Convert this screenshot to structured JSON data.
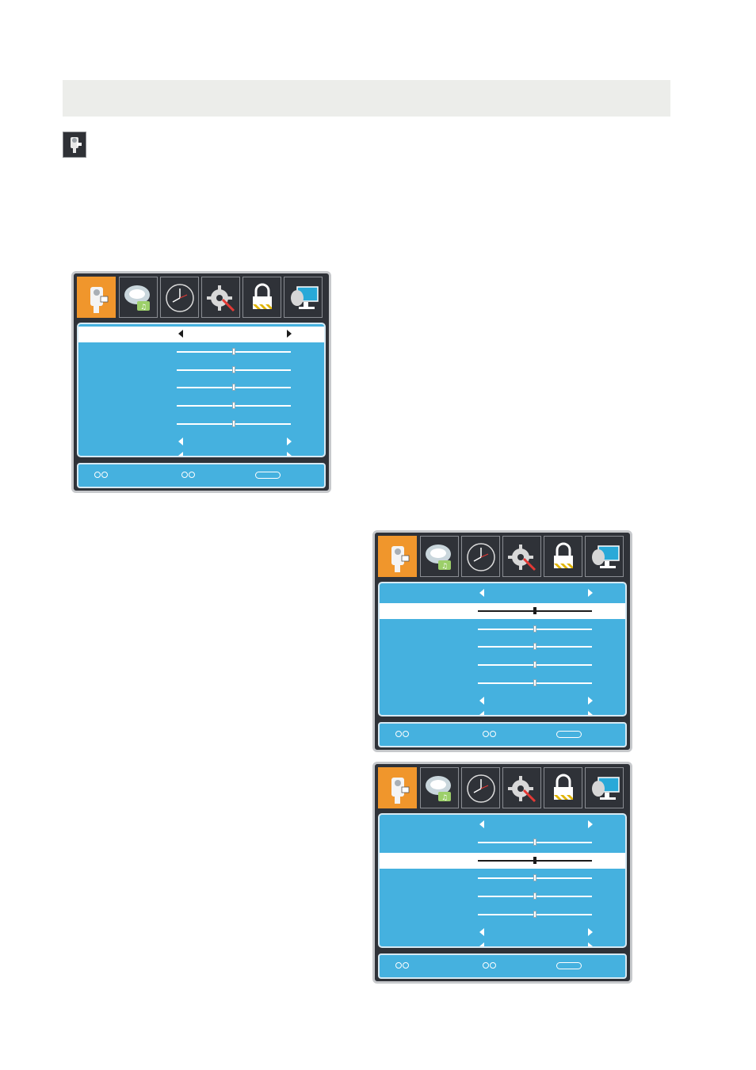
{
  "page": {
    "header_bar_text": "",
    "section_icon": "picture-camera-icon"
  },
  "osd_tabs": [
    {
      "icon": "picture-camera-icon",
      "active": true
    },
    {
      "icon": "sound-speaker-icon",
      "active": false
    },
    {
      "icon": "clock-icon",
      "active": false
    },
    {
      "icon": "settings-gear-icon",
      "active": false
    },
    {
      "icon": "lock-icon",
      "active": false
    },
    {
      "icon": "monitor-icon",
      "active": false
    }
  ],
  "menus": [
    {
      "name": "menu-1",
      "highlighted_row": 0,
      "rows": [
        {
          "kind": "selector"
        },
        {
          "kind": "slider",
          "level": 0.5
        },
        {
          "kind": "slider",
          "level": 0.5
        },
        {
          "kind": "slider",
          "level": 0.5
        },
        {
          "kind": "slider",
          "level": 0.5
        },
        {
          "kind": "slider",
          "level": 0.5
        },
        {
          "kind": "selector"
        },
        {
          "kind": "selector"
        }
      ]
    },
    {
      "name": "menu-2",
      "highlighted_row": 1,
      "rows": [
        {
          "kind": "selector"
        },
        {
          "kind": "slider",
          "level": 0.5
        },
        {
          "kind": "slider",
          "level": 0.5
        },
        {
          "kind": "slider",
          "level": 0.5
        },
        {
          "kind": "slider",
          "level": 0.5
        },
        {
          "kind": "slider",
          "level": 0.5
        },
        {
          "kind": "selector"
        },
        {
          "kind": "selector"
        }
      ]
    },
    {
      "name": "menu-3",
      "highlighted_row": 2,
      "rows": [
        {
          "kind": "selector"
        },
        {
          "kind": "slider",
          "level": 0.5
        },
        {
          "kind": "slider",
          "level": 0.5
        },
        {
          "kind": "slider",
          "level": 0.5
        },
        {
          "kind": "slider",
          "level": 0.5
        },
        {
          "kind": "slider",
          "level": 0.5
        },
        {
          "kind": "selector"
        },
        {
          "kind": "selector"
        }
      ]
    }
  ],
  "footer": {
    "icons": [
      "up-down-nav-icon",
      "left-right-nav-icon",
      "exit-button-icon"
    ]
  },
  "colors": {
    "menu_frame": "#2f3238",
    "menu_body": "#45b1df",
    "active_tab": "#f0962c",
    "highlight_row": "#ffffff"
  }
}
